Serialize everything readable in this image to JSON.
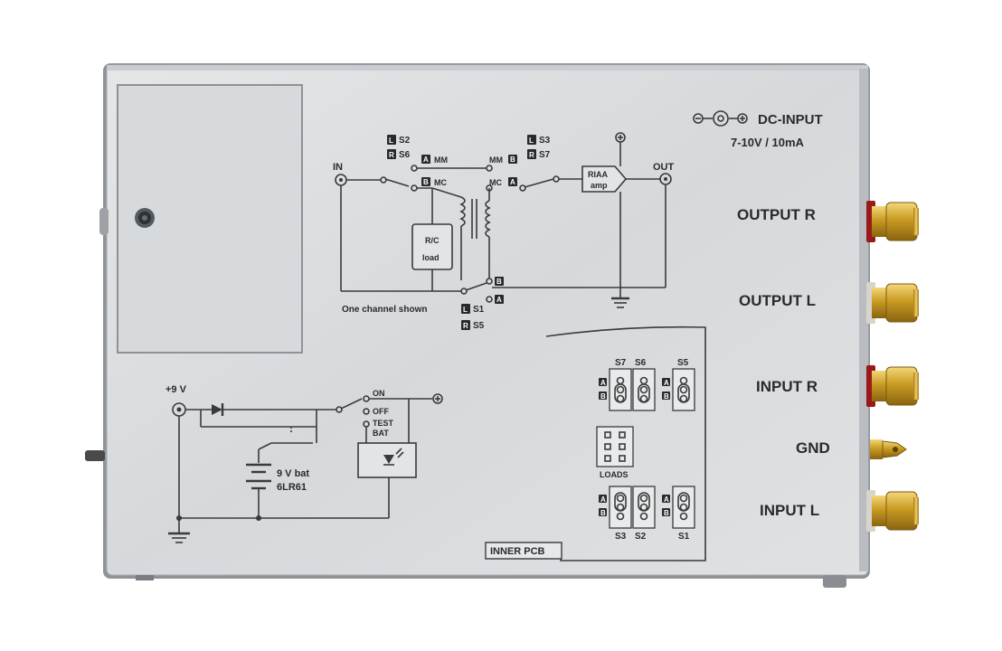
{
  "dc_input": {
    "label": "DC-INPUT",
    "spec": "7-10V / 10mA",
    "minus": "−",
    "plus": "+"
  },
  "jacks": {
    "output_r": "OUTPUT  R",
    "output_l": "OUTPUT  L",
    "input_r": "INPUT  R",
    "gnd": "GND",
    "input_l": "INPUT  L"
  },
  "schematic": {
    "in": "IN",
    "out": "OUT",
    "plus": "+",
    "s2_l": "S2",
    "s6_r": "S6",
    "s3_l": "S3",
    "s7_r": "S7",
    "mm_left": "MM",
    "mm_right": "MM",
    "mc_left": "MC",
    "mc_right": "MC",
    "rc_load_1": "R/C",
    "rc_load_2": "load",
    "riaa_1": "RIAA",
    "riaa_2": "amp",
    "channel_note": "One channel shown",
    "s1_l": "S1",
    "s5_r": "S5",
    "badge_l": "L",
    "badge_r": "R",
    "badge_a": "A",
    "badge_b": "B"
  },
  "power": {
    "plus9v": "+9 V",
    "on": "ON",
    "off": "OFF",
    "test_1": "TEST",
    "test_2": "BAT",
    "battery_1": "9 V bat",
    "battery_2": "6LR61",
    "plus": "+"
  },
  "pcb": {
    "label": "INNER PCB",
    "loads": "LOADS",
    "s7": "S7",
    "s6": "S6",
    "s5": "S5",
    "s3": "S3",
    "s2": "S2",
    "s1": "S1",
    "a": "A",
    "b": "B"
  },
  "colors": {
    "panel": "#d9dcde",
    "panel_edge": "#9a9ea2",
    "ink": "#2a2a2a",
    "gold": "#c9a227",
    "red_ring": "#b02020"
  }
}
